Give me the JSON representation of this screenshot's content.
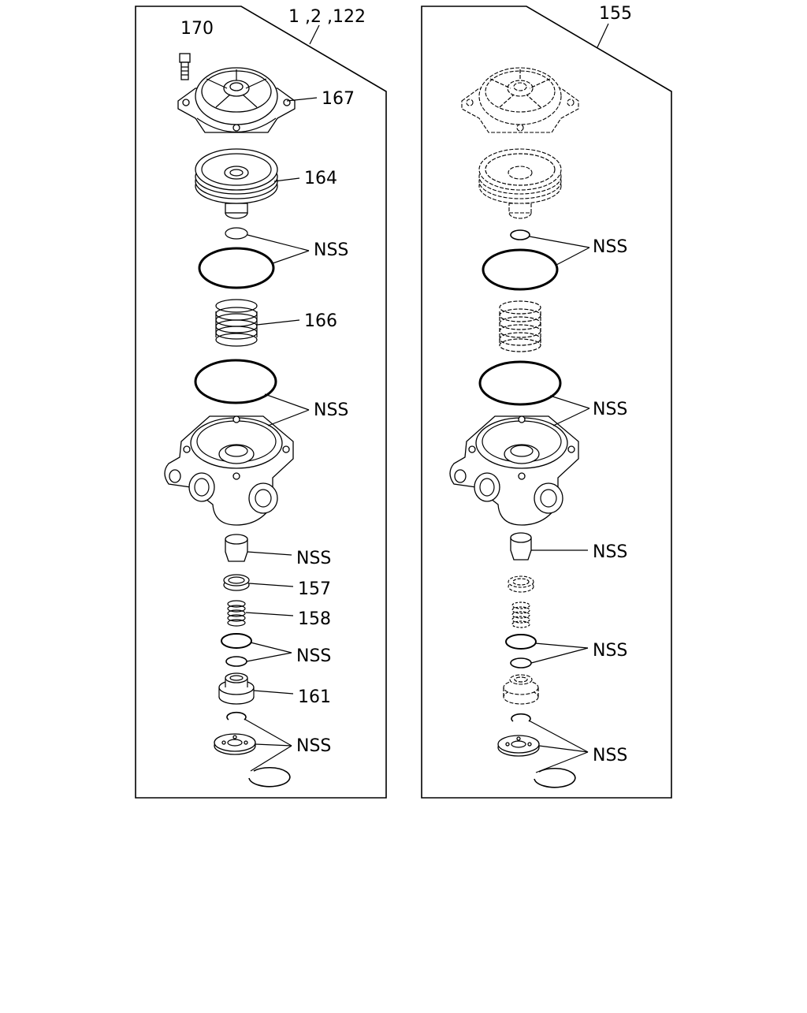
{
  "panels": [
    {
      "header": "1 ,2 ,122",
      "labels": {
        "bolt": "170",
        "cover": "167",
        "diaphragm": "164",
        "seals_top": "NSS",
        "spring": "166",
        "seals_body": "NSS",
        "insert": "NSS",
        "washer": "157",
        "small_spring": "158",
        "small_orings": "NSS",
        "seat": "161",
        "retainers": "NSS"
      }
    },
    {
      "header": "155",
      "labels": {
        "seals_top": "NSS",
        "seals_body": "NSS",
        "insert": "NSS",
        "small_orings": "NSS",
        "retainers": "NSS"
      }
    }
  ]
}
